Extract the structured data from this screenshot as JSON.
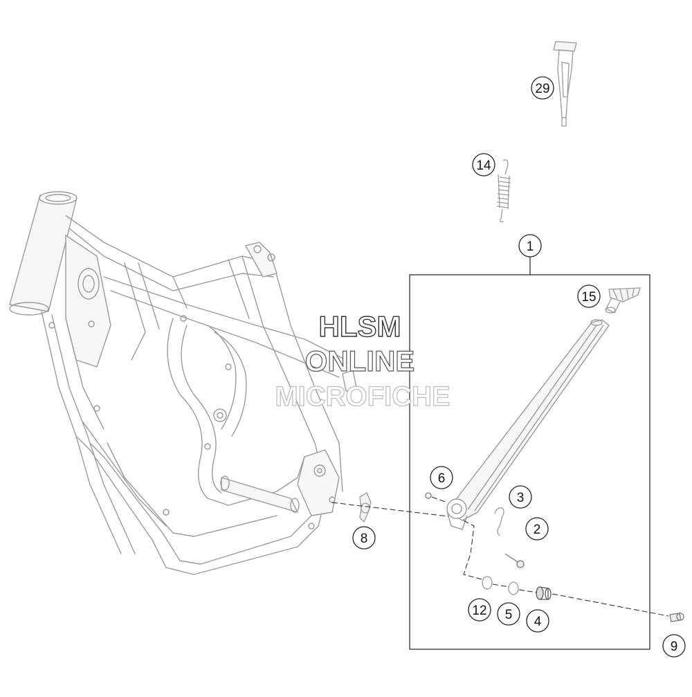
{
  "diagram": {
    "type": "exploded-parts-diagram",
    "watermark": {
      "line1": "HLSM",
      "line2": "ONLINE",
      "line3": "MICROFICHE"
    },
    "callouts": {
      "c29": "29",
      "c14": "14",
      "c1": "1",
      "c15": "15",
      "c6": "6",
      "c3": "3",
      "c2": "2",
      "c8": "8",
      "c12": "12",
      "c5": "5",
      "c4": "4",
      "c9": "9"
    }
  }
}
